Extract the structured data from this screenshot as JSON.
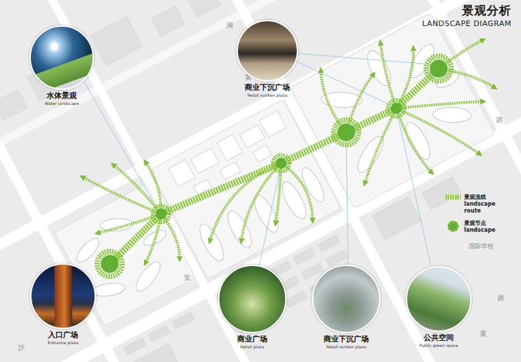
{
  "diagram": {
    "title": "景观分析",
    "nodes": [
      {
        "text": [
          "水体景观",
          "Water landscape"
        ]
      },
      {
        "text": [
          "商业下沉广场",
          "Retail sunken plaza"
        ]
      },
      {
        "text": [
          "入口广场",
          "Entrance plaza"
        ]
      },
      {
        "text": [
          "商业广场",
          "Retail plaza"
        ]
      },
      {
        "text": [
          "商业下沉广场",
          "Retail sunken plaza"
        ]
      },
      {
        "text": [
          "公共空间",
          "Public green space"
        ]
      }
    ],
    "labels": [
      "LANDSCAPE DIAGRAM",
      "湖",
      "黄",
      "路",
      "国际学校",
      "安",
      "沙",
      "黄",
      "路"
    ],
    "legend": [
      {
        "text": "景观流线 landscape route"
      },
      {
        "text": "景观节点 landscape"
      }
    ]
  }
}
